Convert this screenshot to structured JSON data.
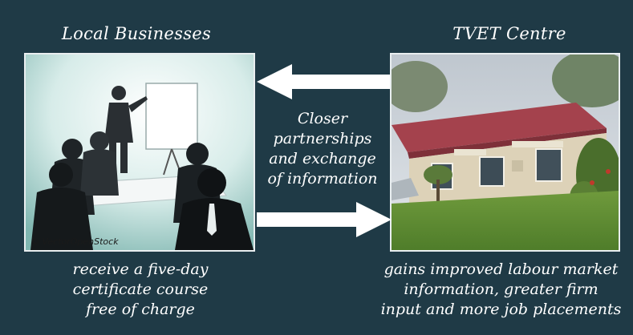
{
  "left": {
    "title": "Local Businesses",
    "caption_lines": [
      "receive a five-day",
      "certificate course",
      "free of charge"
    ],
    "image_credit": "© VectorOpenStock"
  },
  "right": {
    "title": "TVET Centre",
    "caption_lines": [
      "gains improved labour market",
      "information, greater firm",
      "input and more job placements"
    ]
  },
  "center": {
    "lines": [
      "Closer",
      "partnerships",
      "and exchange",
      "of information"
    ]
  },
  "colors": {
    "background": "#1f3a46",
    "text": "#ffffff",
    "arrow": "#ffffff"
  },
  "icons": {
    "left_image": "business-meeting-silhouette-illustration",
    "right_image": "tvet-centre-building-photo",
    "arrow_top": "arrow-left-icon",
    "arrow_bottom": "arrow-right-icon"
  }
}
